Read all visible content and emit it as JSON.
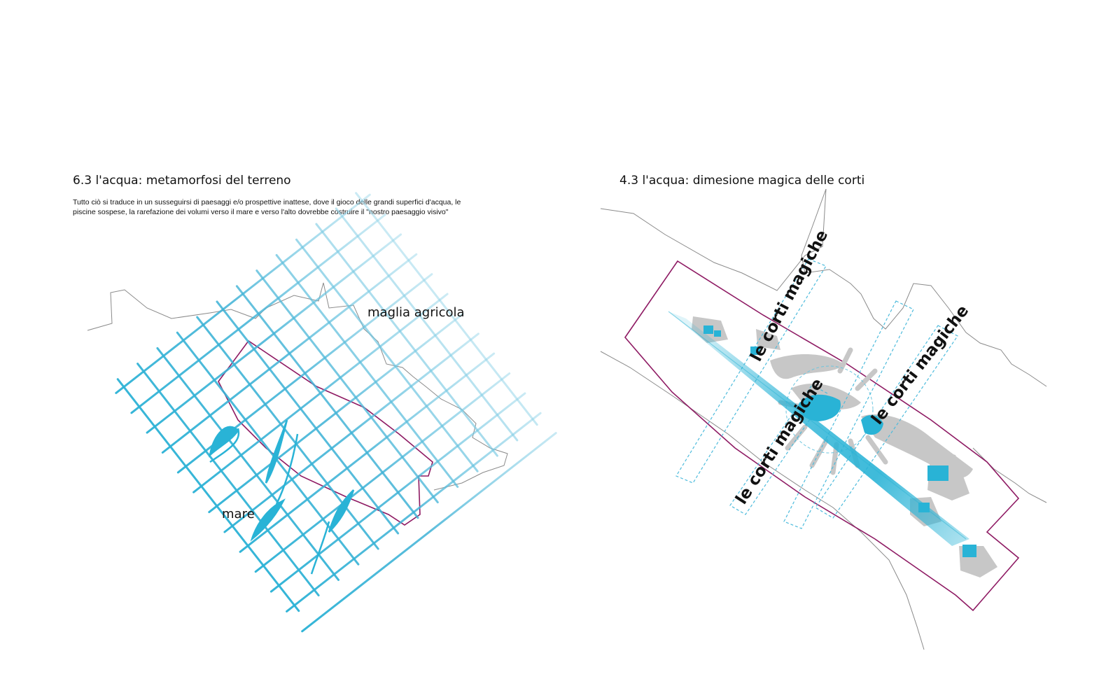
{
  "left_panel": {
    "title": "6.3 l'acqua: metamorfosi del terreno",
    "description_line1": "Tutto ciò si traduce in un susseguirsi di paesaggi e/o prospettive inattese, dove il gioco delle grandi superfici d'acqua, le",
    "description_line2": "piscine sospese, la rarefazione dei volumi verso il mare e verso l'alto dovrebbe costruire il \"nostro paesaggio visivo\"",
    "labels": {
      "agricultural_grid": "maglia agricola",
      "sea": "mare"
    }
  },
  "right_panel": {
    "title": "4.3 l'acqua: dimesione magica delle corti",
    "court_labels": [
      "le corti magiche",
      "le corti magiche",
      "le corti magiche"
    ]
  },
  "colors": {
    "water": "#29b3d6",
    "boundary": "#8e1a63",
    "outline": "#8a8a8a",
    "built_mass": "#c7c7c7"
  }
}
